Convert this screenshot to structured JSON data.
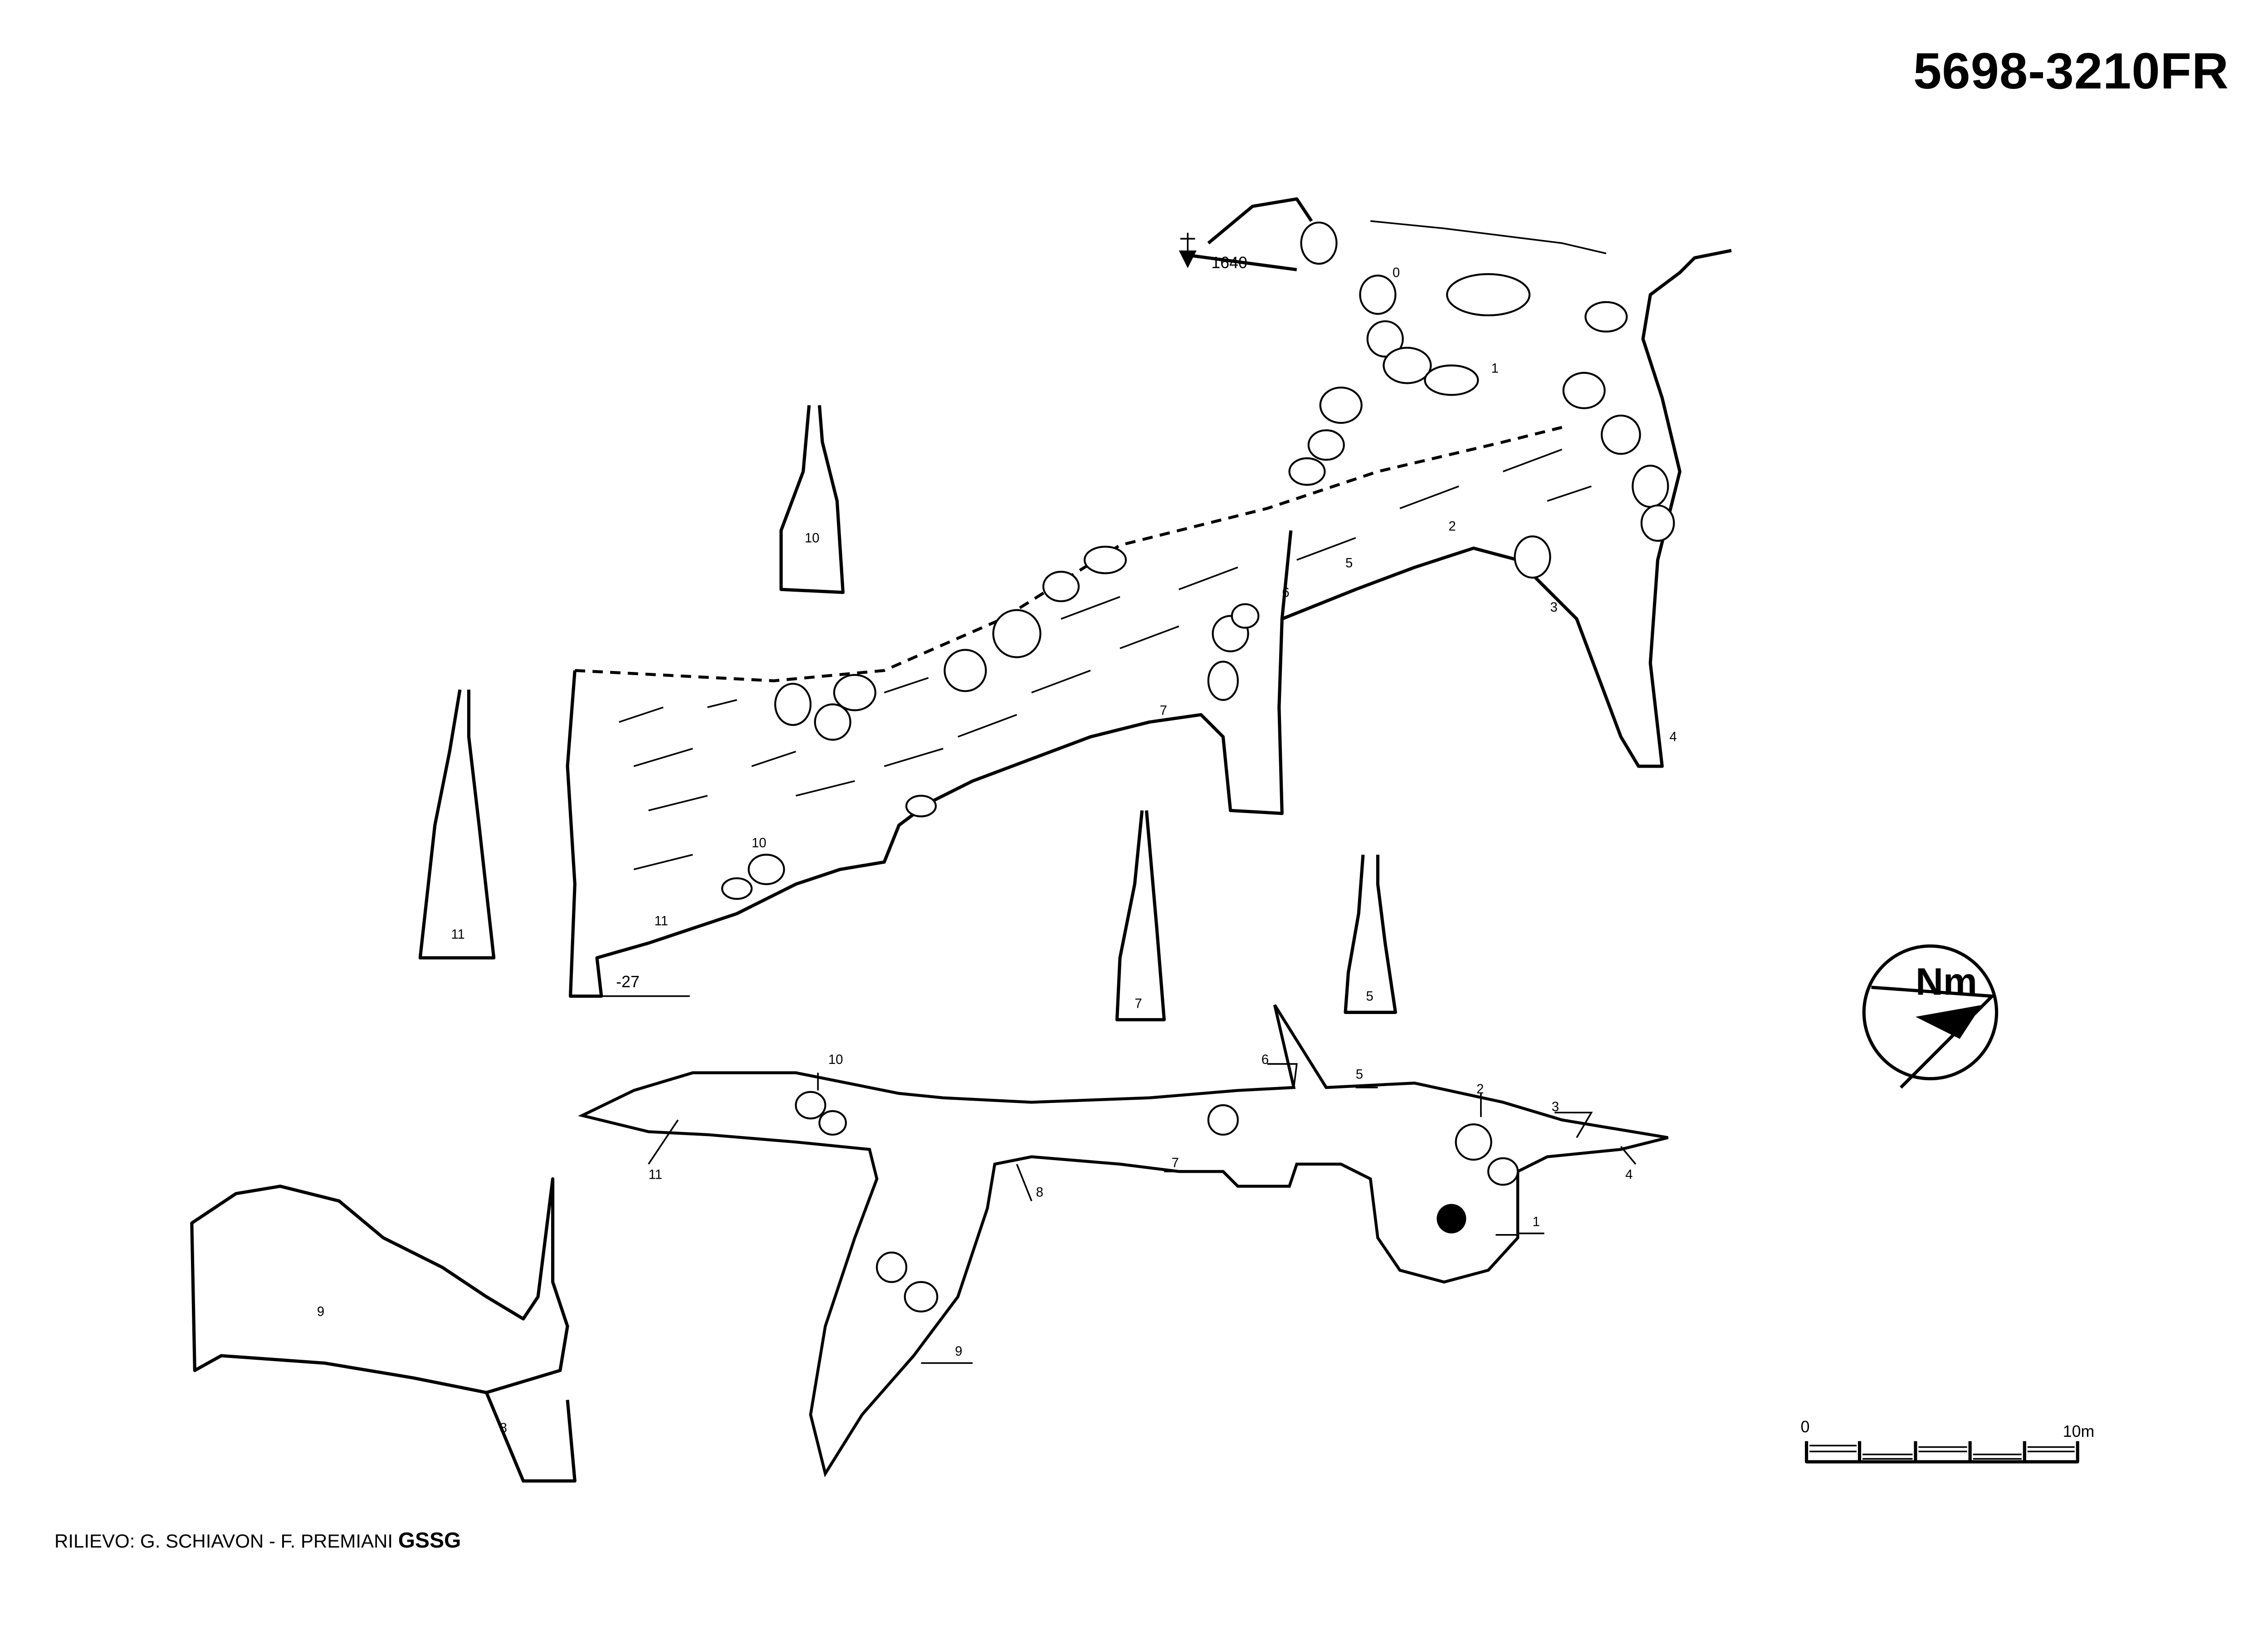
{
  "header": {
    "code": "5698-3210FR"
  },
  "credit": {
    "prefix": "RILIEVO: G. SCHIAVON - F. PREMIANI",
    "group": "GSSG"
  },
  "section": {
    "entrance_altitude": "1640",
    "depth_label": "-27",
    "stations": [
      "0",
      "1",
      "2",
      "3",
      "4",
      "5",
      "6",
      "7",
      "10",
      "11"
    ]
  },
  "cross_sections": [
    "10",
    "11",
    "7",
    "5",
    "9",
    "8"
  ],
  "plan": {
    "stations": [
      "10",
      "11",
      "6",
      "5",
      "2",
      "3",
      "4",
      "1",
      "7",
      "8",
      "9"
    ]
  },
  "north_arrow": {
    "label": "Nm"
  },
  "scale_bar": {
    "start": "0",
    "end": "10m"
  }
}
